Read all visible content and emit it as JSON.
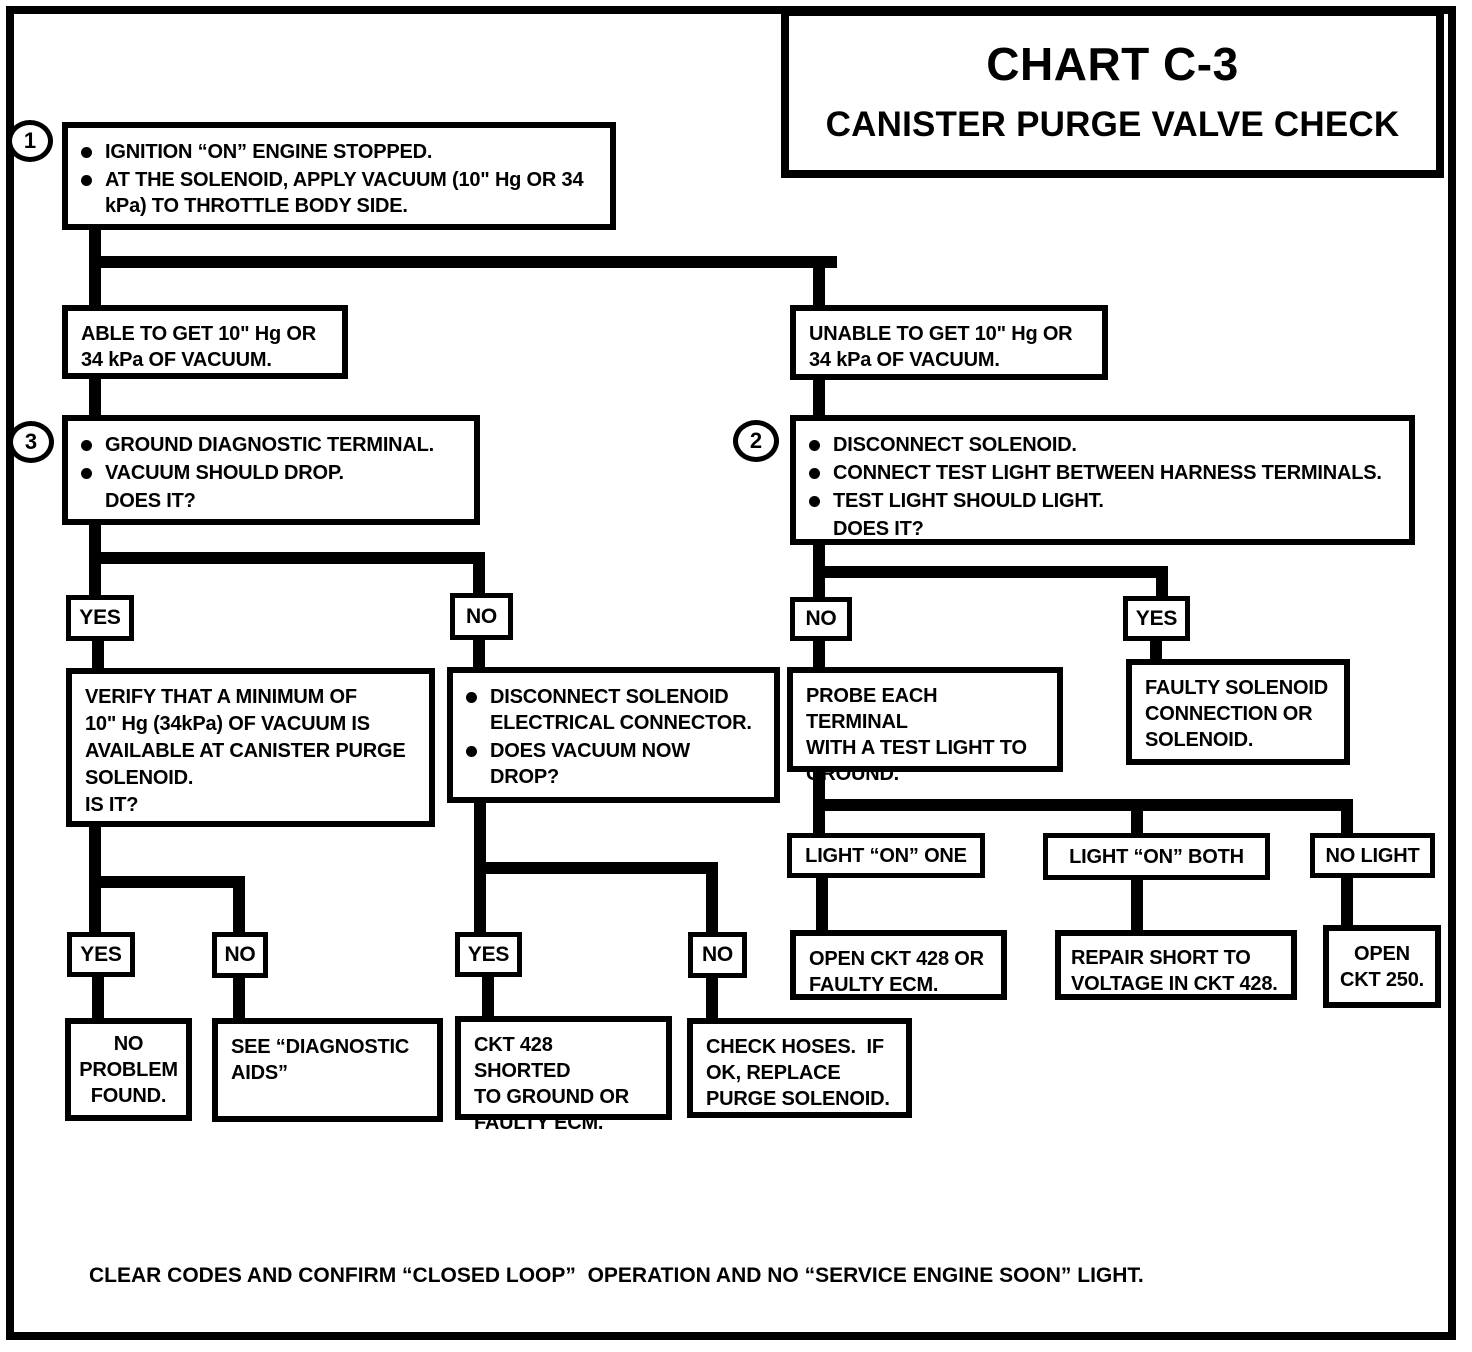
{
  "title": {
    "chart": "CHART C-3",
    "subtitle": "CANISTER PURGE VALVE CHECK"
  },
  "step_markers": {
    "step1": "1",
    "step2": "2",
    "step3": "3"
  },
  "labels": {
    "yes": "YES",
    "no": "NO"
  },
  "nodes": {
    "start": {
      "bullets": [
        "IGNITION “ON” ENGINE STOPPED.",
        "AT THE SOLENOID, APPLY VACUUM (10\" Hg OR 34 kPa) TO THROTTLE BODY SIDE."
      ]
    },
    "able": {
      "lines": [
        "ABLE TO GET 10\" Hg OR",
        "34 kPa OF VACUUM."
      ]
    },
    "unable": {
      "lines": [
        "UNABLE TO GET 10\" Hg OR",
        "34 kPa OF VACUUM."
      ]
    },
    "ground_diagnostic": {
      "bullets": [
        "GROUND DIAGNOSTIC TERMINAL.",
        "VACUUM SHOULD DROP."
      ],
      "question": "DOES IT?"
    },
    "test_light": {
      "bullets": [
        "DISCONNECT SOLENOID.",
        "CONNECT TEST LIGHT BETWEEN HARNESS TERMINALS.",
        "TEST LIGHT SHOULD LIGHT."
      ],
      "question": "DOES IT?"
    },
    "verify_vacuum": {
      "lines": [
        "VERIFY THAT A MINIMUM OF",
        "10\" Hg (34kPa) OF VACUUM IS",
        "AVAILABLE AT CANISTER PURGE",
        "SOLENOID.",
        "IS IT?"
      ]
    },
    "disconnect_connector": {
      "bullets": [
        "DISCONNECT SOLENOID ELECTRICAL CONNECTOR.",
        "DOES VACUUM NOW DROP?"
      ]
    },
    "probe_terminals": {
      "lines": [
        "PROBE EACH TERMINAL",
        "WITH A TEST LIGHT TO",
        "GROUND."
      ]
    },
    "faulty_solenoid": {
      "lines": [
        "FAULTY SOLENOID",
        "CONNECTION OR",
        "SOLENOID."
      ]
    },
    "no_problem": {
      "lines": [
        "NO",
        "PROBLEM",
        "FOUND."
      ]
    },
    "diagnostic_aids": {
      "lines": [
        "SEE “DIAGNOSTIC",
        "AIDS”"
      ]
    },
    "ckt428_shorted": {
      "lines": [
        "CKT 428 SHORTED",
        "TO GROUND OR",
        "FAULTY ECM."
      ]
    },
    "check_hoses": {
      "lines": [
        "CHECK HOSES.  IF",
        "OK, REPLACE",
        "PURGE SOLENOID."
      ]
    },
    "light_on_one": {
      "text": "LIGHT “ON” ONE"
    },
    "light_on_both": {
      "text": "LIGHT “ON” BOTH"
    },
    "no_light": {
      "text": "NO LIGHT"
    },
    "open_ckt428": {
      "lines": [
        "OPEN CKT 428 OR",
        "FAULTY ECM."
      ]
    },
    "repair_short": {
      "lines": [
        "REPAIR SHORT TO",
        "VOLTAGE IN CKT 428."
      ]
    },
    "open_ckt250": {
      "lines": [
        "OPEN",
        "CKT 250."
      ]
    }
  },
  "footer": {
    "note": "CLEAR CODES AND CONFIRM “CLOSED LOOP”  OPERATION AND NO “SERVICE ENGINE SOON” LIGHT."
  },
  "colors": {
    "ink": "#000000",
    "paper": "#ffffff"
  }
}
